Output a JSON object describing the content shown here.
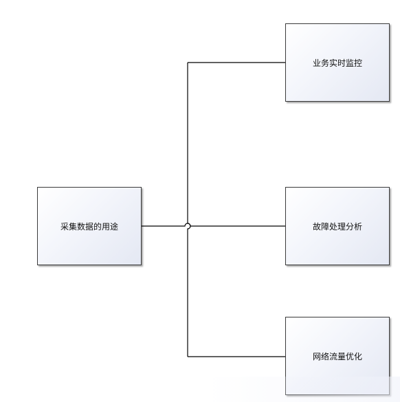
{
  "diagram": {
    "root": {
      "label": "采集数据的用途"
    },
    "children": [
      {
        "label": "业务实时监控"
      },
      {
        "label": "故障处理分析"
      },
      {
        "label": "网络流量优化"
      }
    ]
  }
}
